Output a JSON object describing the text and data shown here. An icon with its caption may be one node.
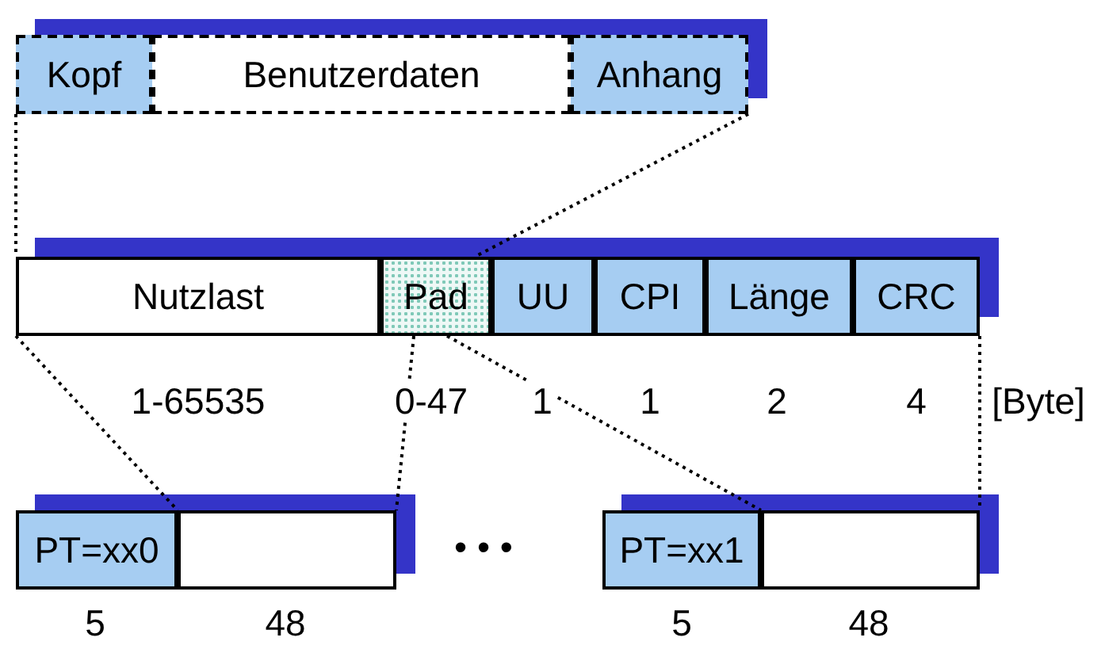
{
  "diagram": {
    "nodes": [
      {
        "text": [
          "Kopf"
        ]
      },
      {
        "text": [
          "Benutzerdaten"
        ]
      },
      {
        "text": [
          "Anhang"
        ]
      },
      {
        "text": [
          "Nutzlast"
        ],
        "beside": [
          "1-65535"
        ]
      },
      {
        "text": [
          "Pad"
        ],
        "beside": [
          "0-47"
        ]
      },
      {
        "text": [
          "UU"
        ],
        "beside": [
          "1"
        ]
      },
      {
        "text": [
          "CPI"
        ],
        "beside": [
          "1"
        ]
      },
      {
        "text": [
          "Länge"
        ],
        "beside": [
          "2"
        ]
      },
      {
        "text": [
          "CRC"
        ],
        "beside": [
          "4"
        ]
      },
      {
        "text": [
          "PT=xx0"
        ],
        "beside": [
          "5"
        ]
      },
      {
        "text": [],
        "shape": "box",
        "beside": [
          "48"
        ]
      },
      {
        "text": [
          "PT=xx1"
        ],
        "beside": [
          "5"
        ]
      },
      {
        "text": [],
        "shape": "box",
        "beside": [
          "48"
        ]
      }
    ],
    "edges": [
      {
        "from": 0,
        "to": 3,
        "arrow": "none",
        "style": "dashed"
      },
      {
        "from": 2,
        "to": 4,
        "arrow": "none",
        "style": "dashed"
      },
      {
        "from": 3,
        "to": 9,
        "arrow": "none",
        "style": "dashed"
      },
      {
        "from": 4,
        "to": 10,
        "arrow": "none",
        "style": "dashed"
      },
      {
        "from": 4,
        "to": 12,
        "arrow": "none",
        "style": "dashed"
      },
      {
        "from": 8,
        "to": 12,
        "arrow": "none",
        "style": "dashed"
      }
    ],
    "labels": [
      "[Byte]",
      "• • •"
    ]
  }
}
